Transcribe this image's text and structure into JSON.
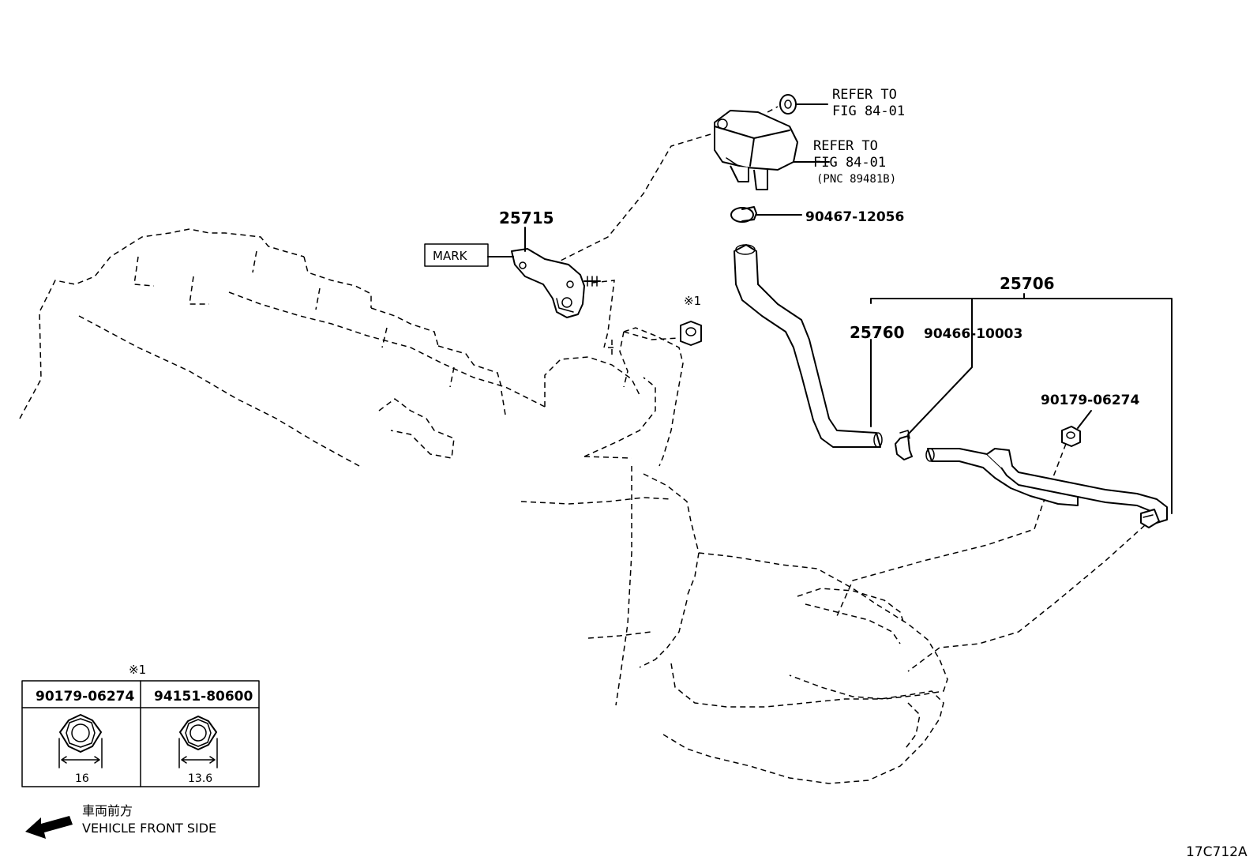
{
  "figure_id": "17C712A",
  "callouts": {
    "refer_top": {
      "line1": "REFER TO",
      "line2": "FIG 84-01"
    },
    "refer_sensor": {
      "line1": "REFER TO",
      "line2": "FIG 84-01",
      "line3": "(PNC 89481B)"
    },
    "part_clamp": "90467-12056",
    "part_bracket": "25715",
    "mark_label": "MARK",
    "note_symbol": "※1",
    "part_hose_assy": "25706",
    "part_hose": "25760",
    "part_hose_clip": "90466-10003",
    "part_nut": "90179-06274"
  },
  "table": {
    "note": "※1",
    "columns": [
      {
        "part": "90179-06274",
        "size": "16"
      },
      {
        "part": "94151-80600",
        "size": "13.6"
      }
    ]
  },
  "front_indicator": {
    "jp": "車両前方",
    "en": "VEHICLE FRONT SIDE"
  }
}
